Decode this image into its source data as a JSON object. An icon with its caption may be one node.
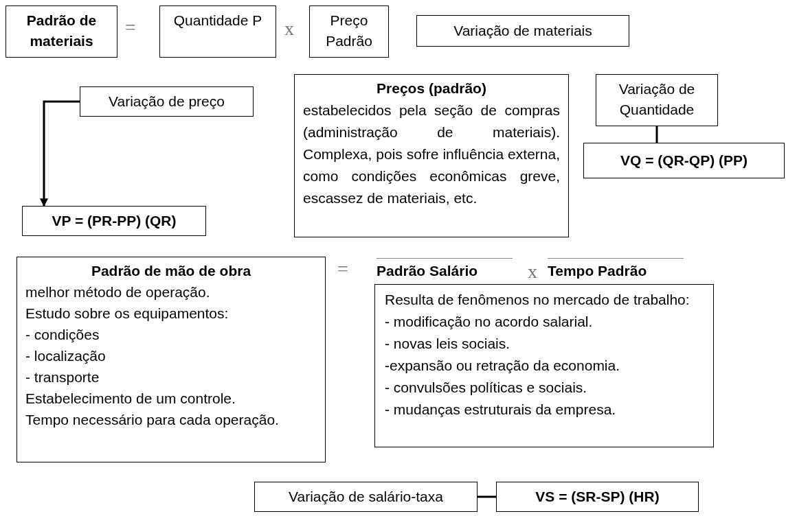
{
  "diagram": {
    "nodes": [
      {
        "text": [
          "Padrão de materiais"
        ]
      },
      {
        "text": [
          "Quantidade P"
        ]
      },
      {
        "text": [
          "Preço Padrão"
        ]
      },
      {
        "text": [
          "Variação de materiais"
        ]
      },
      {
        "text": [
          "Variação de preço"
        ]
      },
      {
        "text": [
          "Preços (padrão)",
          "estabelecidos pela seção de compras (administração de materiais). Complexa, pois sofre influência externa, como condições econômicas greve, escassez de materiais, etc."
        ]
      },
      {
        "text": [
          "Variação de Quantidade"
        ]
      },
      {
        "text": [
          "VQ = (QR-QP) (PP)"
        ]
      },
      {
        "text": [
          "VP = (PR-PP) (QR)"
        ]
      },
      {
        "text": [
          "Padrão de mão de obra",
          "melhor método de operação.",
          "Estudo sobre os equipamentos:",
          "- condições",
          "- localização",
          "- transporte",
          "Estabelecimento de um controle.",
          "Tempo necessário para cada operação."
        ]
      },
      {
        "text": [
          "Resulta de fenômenos no mercado de trabalho:",
          "- modificação no acordo salarial.",
          "- novas leis sociais.",
          "-expansão ou retração da economia.",
          "- convulsões políticas e sociais.",
          "- mudanças estruturais da empresa."
        ]
      },
      {
        "text": [
          "Variação de salário-taxa"
        ]
      },
      {
        "text": [
          "VS = (SR-SP) (HR)"
        ]
      }
    ],
    "edges": [
      {
        "from": 4,
        "to": 8,
        "arrow": "to"
      },
      {
        "from": 6,
        "to": 7,
        "arrow": "none"
      },
      {
        "from": 11,
        "to": 12,
        "arrow": "none"
      }
    ],
    "labels": [
      "=",
      "x",
      "=",
      "Padrão Salário",
      "x",
      "Tempo Padrão"
    ]
  }
}
